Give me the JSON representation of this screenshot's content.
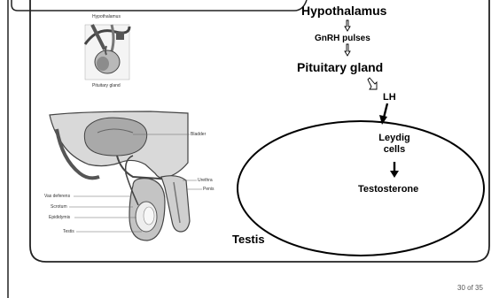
{
  "diagram": {
    "hypothalamus": "Hypothalamus",
    "gnrh": "GnRH pulses",
    "pituitary": "Pituitary gland",
    "lh": "LH",
    "leydig": "Leydig cells",
    "testosterone": "Testosterone",
    "testis": "Testis"
  },
  "figure_top": {
    "title": "Hypothalamus",
    "caption": "Pituitary gland"
  },
  "figure_bottom": {
    "labels": [
      "Bladder",
      "Urethra",
      "Penis",
      "Vas deferens",
      "Scrotum",
      "Epididymis",
      "Testis"
    ]
  },
  "footer": {
    "page": "30 of 35"
  }
}
